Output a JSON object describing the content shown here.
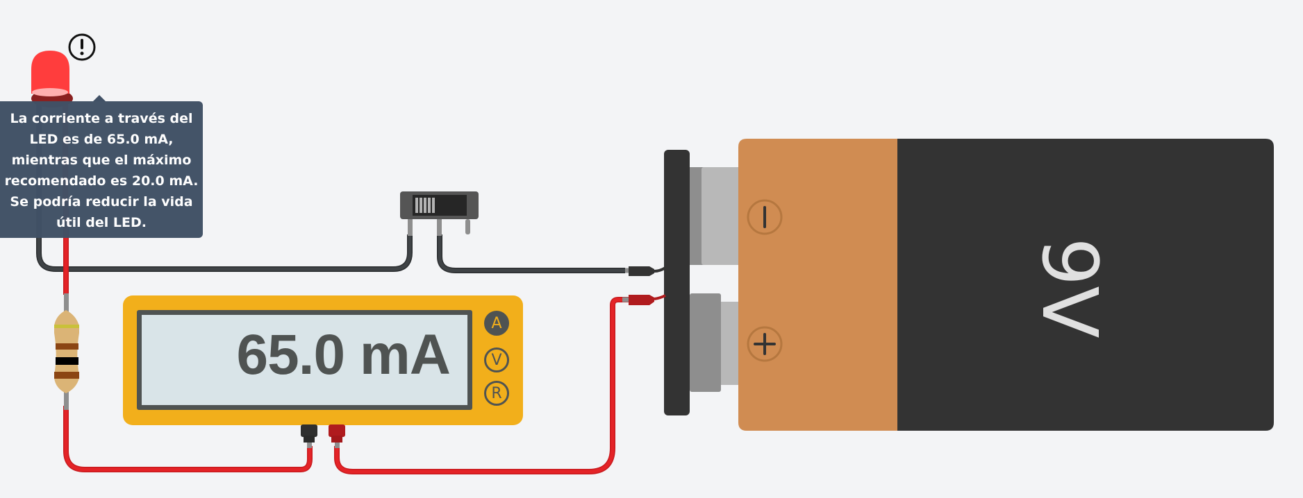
{
  "app": {
    "title": "Circuit simulator"
  },
  "warning": {
    "icon": "exclamation-circle-icon",
    "tooltip_lines": [
      "La corriente a través del",
      "LED es de 65.0 mA,",
      "mientras que el máximo",
      "recomendado es 20.0 mA.",
      "Se podría reducir la vida",
      "útil del LED."
    ]
  },
  "multimeter": {
    "reading": "65.0 mA",
    "active_mode": "A",
    "modes": [
      {
        "label": "A"
      },
      {
        "label": "V"
      },
      {
        "label": "R"
      }
    ]
  },
  "battery": {
    "label": "9V",
    "terminals": {
      "negative": "−",
      "positive": "+"
    }
  },
  "components": {
    "led": {
      "color": "#ff3b3b"
    },
    "resistor": {
      "bands": [
        "#8b4513",
        "#000000",
        "#8b4513",
        "#c9a227"
      ]
    },
    "switch": {
      "state": "off"
    }
  },
  "colors": {
    "background": "#f3f4f6",
    "wire_red": "#e42327",
    "wire_black": "#3a3d40",
    "multimeter_body": "#f2af1b",
    "battery_orange": "#d08c52",
    "battery_dark": "#333333",
    "tooltip_bg": "#415166"
  }
}
